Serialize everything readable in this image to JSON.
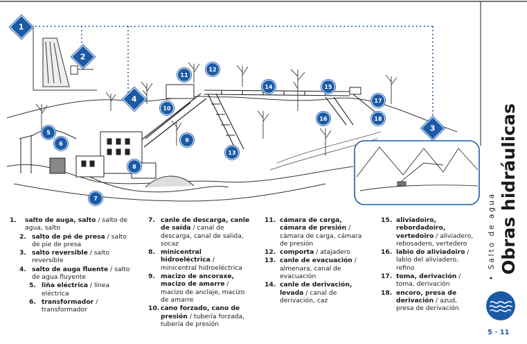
{
  "page": {
    "title": "Obras hidráulicas",
    "subtitle": "• Salto de agua",
    "page_number": "5 · 11",
    "logo_icon": "water-wave-logo-icon",
    "accent_color": "#1c5aa6"
  },
  "markers": [
    "1",
    "2",
    "3",
    "4",
    "5",
    "6",
    "7",
    "8",
    "9",
    "10",
    "11",
    "12",
    "13",
    "14",
    "15",
    "16",
    "17",
    "18"
  ],
  "glossary": {
    "col1": [
      {
        "num": "1.",
        "term": "salto de auga, salto",
        "rest": " / salto de agua, salto"
      },
      {
        "num": "2.",
        "term": "salto de pé de presa",
        "rest": " / salto de pie de presa"
      },
      {
        "num": "3.",
        "term": "salto reversible",
        "rest": " / salto reversible"
      },
      {
        "num": "4.",
        "term": "salto de auga fluente",
        "rest": " / salto de agua fluyente"
      },
      {
        "num": "5.",
        "term": "liña eléctrica",
        "rest": " / línea eléctrica"
      },
      {
        "num": "6.",
        "term": "transformador",
        "rest": " / transformador"
      }
    ],
    "col2": [
      {
        "num": "7.",
        "term": "canle de descarga, canle de saída",
        "rest": " / canal de descarga, canal de salida, socaz"
      },
      {
        "num": "8.",
        "term": "minicentral hidroeléctrica",
        "rest": " / minicentral hidroeléctrica"
      },
      {
        "num": "9.",
        "term": "macizo de ancoraxe, macizo de amarre",
        "rest": " / macizo de anclaje, macizo de amarre"
      },
      {
        "num": "10.",
        "term": "cano forzado, cano de presión",
        "rest": " / tubería forzada, tubería de presión"
      }
    ],
    "col3": [
      {
        "num": "11.",
        "term": "cámara de carga, cámara de presión",
        "rest": " / cámara de carga, cámara de presión"
      },
      {
        "num": "12.",
        "term": "comporta",
        "rest": " / atajadero"
      },
      {
        "num": "13.",
        "term": "canle de evacuación",
        "rest": " / almenara, canal de evacuación"
      },
      {
        "num": "14.",
        "term": "canle de derivación, levada",
        "rest": " / canal de derivación, caz"
      }
    ],
    "col4": [
      {
        "num": "15.",
        "term": "aliviadoiro, rebordadoiro, vertedoiro",
        "rest": " / aliviadero, rebosadero, vertedero"
      },
      {
        "num": "16.",
        "term": "labio do aliviadoiro",
        "rest": " / labio del aliviadero, refino"
      },
      {
        "num": "17.",
        "term": "toma, derivación",
        "rest": " / toma, derivación"
      },
      {
        "num": "18.",
        "term": "encoro, presa de derivación",
        "rest": " / azud, presa de derivación"
      }
    ]
  }
}
